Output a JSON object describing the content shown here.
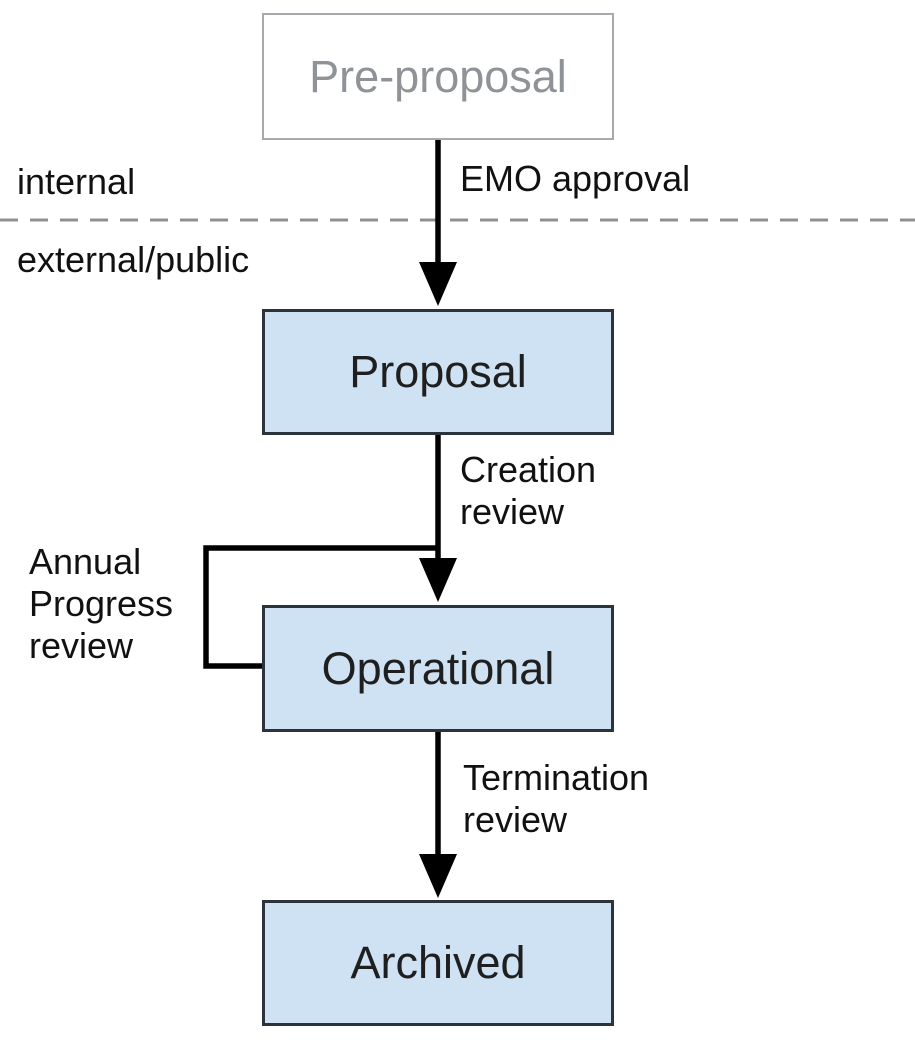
{
  "diagram": {
    "type": "flowchart",
    "region_labels": {
      "internal": "internal",
      "external": "external/public"
    },
    "nodes": [
      {
        "id": "pre-proposal",
        "label": "Pre-proposal",
        "style": "internal-ghost"
      },
      {
        "id": "proposal",
        "label": "Proposal",
        "style": "public"
      },
      {
        "id": "operational",
        "label": "Operational",
        "style": "public"
      },
      {
        "id": "archived",
        "label": "Archived",
        "style": "public"
      }
    ],
    "edges": [
      {
        "from": "pre-proposal",
        "to": "proposal",
        "label": "EMO approval"
      },
      {
        "from": "proposal",
        "to": "operational",
        "label": "Creation\nreview"
      },
      {
        "from": "operational",
        "to": "operational",
        "label": "Annual\nProgress\nreview"
      },
      {
        "from": "operational",
        "to": "archived",
        "label": "Termination\nreview"
      }
    ],
    "colors": {
      "node_fill": "#cfe2f3",
      "node_border": "#2d333b",
      "node_text": "#1f1f1f",
      "preproposal_fill": "#ffffff",
      "preproposal_border": "#a6a9ad",
      "preproposal_text": "#8f9398",
      "connector": "#000000",
      "divider": "#8f9094",
      "label_text": "#111111",
      "background": "#ffffff"
    }
  }
}
